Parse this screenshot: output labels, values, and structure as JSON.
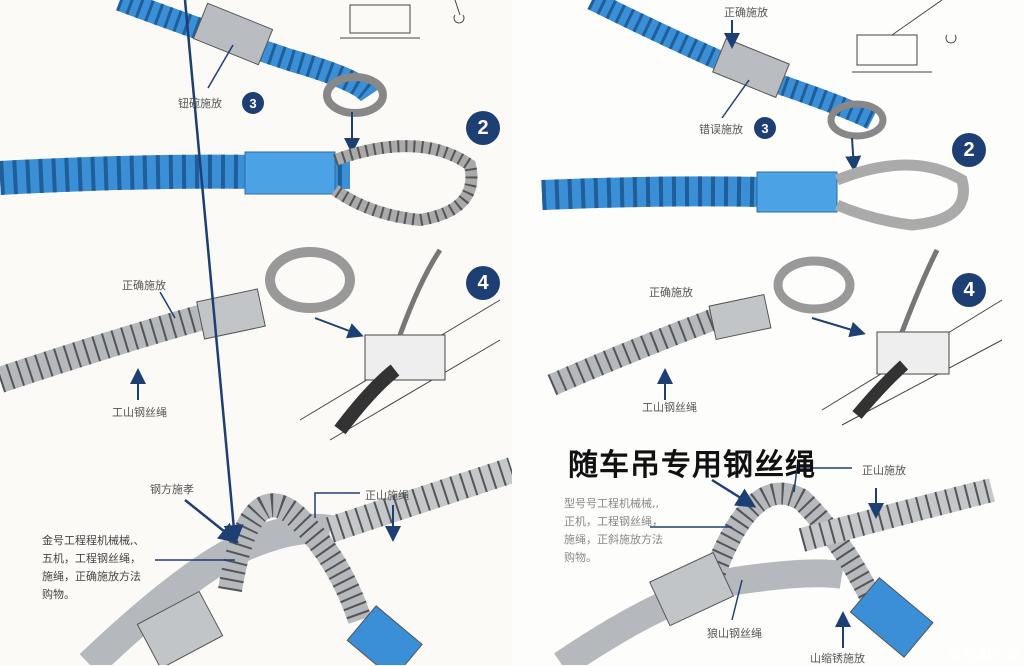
{
  "title": "随车吊专用钢丝绳",
  "watermark": "豆包AI生成",
  "left": {
    "badges": [
      "3",
      "2",
      "4"
    ],
    "labels": {
      "top": "钮碗施放",
      "sec4": "正确施放",
      "sec4_bottom": "工山钢丝绳",
      "bottom_top": "钢方施孝",
      "bottom_right": "正山施绳"
    },
    "description": [
      "金号工程程机械械,、",
      "五机，工程钢丝绳，",
      "施绳，正确施放方法",
      "购物。"
    ]
  },
  "right": {
    "badges": [
      "3",
      "2",
      "4"
    ],
    "labels": {
      "top": "正确施放",
      "sec3": "错误施放",
      "sec4": "正确施放",
      "sec4_bottom": "工山钢丝绳",
      "bottom_right": "正山施放",
      "bottom_mid": "狼山钢丝绳",
      "bottom_low": "山缩锈施放"
    },
    "description": [
      "型号号工程机械械,,",
      "正机，工程钢丝绳，",
      "施绳，正斜施放方法",
      "购物。"
    ]
  },
  "colors": {
    "rope_blue": "#3a8fd6",
    "steel": "#9a9fa5",
    "badge": "#1d3f73",
    "arrow": "#1d3f73"
  }
}
